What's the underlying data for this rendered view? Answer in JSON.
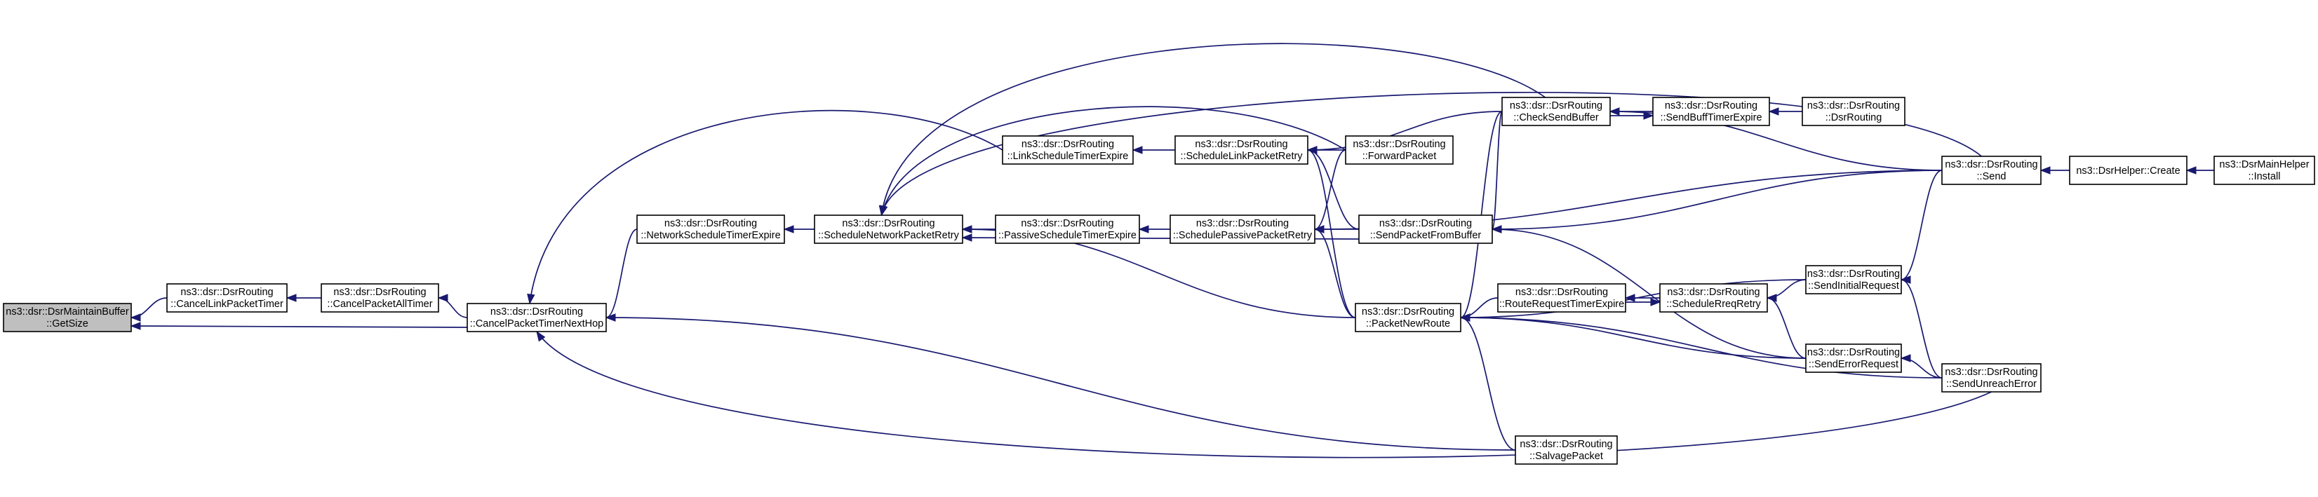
{
  "title": "ns3::dsr::DsrMaintainBuffer::GetSize caller graph",
  "colors": {
    "edge": "#191970",
    "root_fill": "#bfbfbf",
    "node_fill": "#ffffff",
    "node_stroke": "#000000"
  },
  "nodes": {
    "getsize": {
      "line1": "ns3::dsr::DsrMaintainBuffer",
      "line2": "::GetSize",
      "root": true
    },
    "cancellink": {
      "line1": "ns3::dsr::DsrRouting",
      "line2": "::CancelLinkPacketTimer"
    },
    "cancelall": {
      "line1": "ns3::dsr::DsrRouting",
      "line2": "::CancelPacketAllTimer"
    },
    "cancelnexthop": {
      "line1": "ns3::dsr::DsrRouting",
      "line2": "::CancelPacketTimerNextHop"
    },
    "netschedexpire": {
      "line1": "ns3::dsr::DsrRouting",
      "line2": "::NetworkScheduleTimerExpire"
    },
    "schednetretry": {
      "line1": "ns3::dsr::DsrRouting",
      "line2": "::ScheduleNetworkPacketRetry"
    },
    "linkschedexpire": {
      "line1": "ns3::dsr::DsrRouting",
      "line2": "::LinkScheduleTimerExpire"
    },
    "passschedexpire": {
      "line1": "ns3::dsr::DsrRouting",
      "line2": "::PassiveScheduleTimerExpire"
    },
    "schedlinkretry": {
      "line1": "ns3::dsr::DsrRouting",
      "line2": "::ScheduleLinkPacketRetry"
    },
    "schedpassretry": {
      "line1": "ns3::dsr::DsrRouting",
      "line2": "::SchedulePassivePacketRetry"
    },
    "forwardpacket": {
      "line1": "ns3::dsr::DsrRouting",
      "line2": "::ForwardPacket"
    },
    "sendfrombuffer": {
      "line1": "ns3::dsr::DsrRouting",
      "line2": "::SendPacketFromBuffer"
    },
    "packetnewroute": {
      "line1": "ns3::dsr::DsrRouting",
      "line2": "::PacketNewRoute"
    },
    "salvagepacket": {
      "line1": "ns3::dsr::DsrRouting",
      "line2": "::SalvagePacket"
    },
    "checksendbuffer": {
      "line1": "ns3::dsr::DsrRouting",
      "line2": "::CheckSendBuffer"
    },
    "sendbufftimerexpire": {
      "line1": "ns3::dsr::DsrRouting",
      "line2": "::SendBuffTimerExpire"
    },
    "dsrrouting": {
      "line1": "ns3::dsr::DsrRouting",
      "line2": "::DsrRouting"
    },
    "routereqexpire": {
      "line1": "ns3::dsr::DsrRouting",
      "line2": "::RouteRequestTimerExpire"
    },
    "schedrreqretry": {
      "line1": "ns3::dsr::DsrRouting",
      "line2": "::ScheduleRreqRetry"
    },
    "sendinitialrequest": {
      "line1": "ns3::dsr::DsrRouting",
      "line2": "::SendInitialRequest"
    },
    "senderrorrequest": {
      "line1": "ns3::dsr::DsrRouting",
      "line2": "::SendErrorRequest"
    },
    "send": {
      "line1": "ns3::dsr::DsrRouting",
      "line2": "::Send"
    },
    "sendunreacherror": {
      "line1": "ns3::dsr::DsrRouting",
      "line2": "::SendUnreachError"
    },
    "helpercreate": {
      "line1": "ns3::DsrHelper::Create",
      "line2": ""
    },
    "mainhelperinstall": {
      "line1": "ns3::DsrMainHelper",
      "line2": "::Install"
    }
  }
}
